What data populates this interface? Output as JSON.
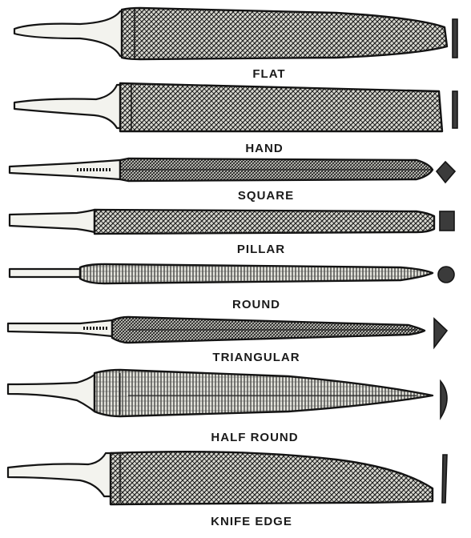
{
  "labels": {
    "flat": "FLAT",
    "hand": "HAND",
    "square": "SQUARE",
    "pillar": "PILLAR",
    "round": "ROUND",
    "triangular": "TRIANGULAR",
    "half_round": "HALF ROUND",
    "knife_edge": "KNIFE EDGE"
  },
  "colors": {
    "ink": "#141414",
    "paper": "#ffffff"
  }
}
